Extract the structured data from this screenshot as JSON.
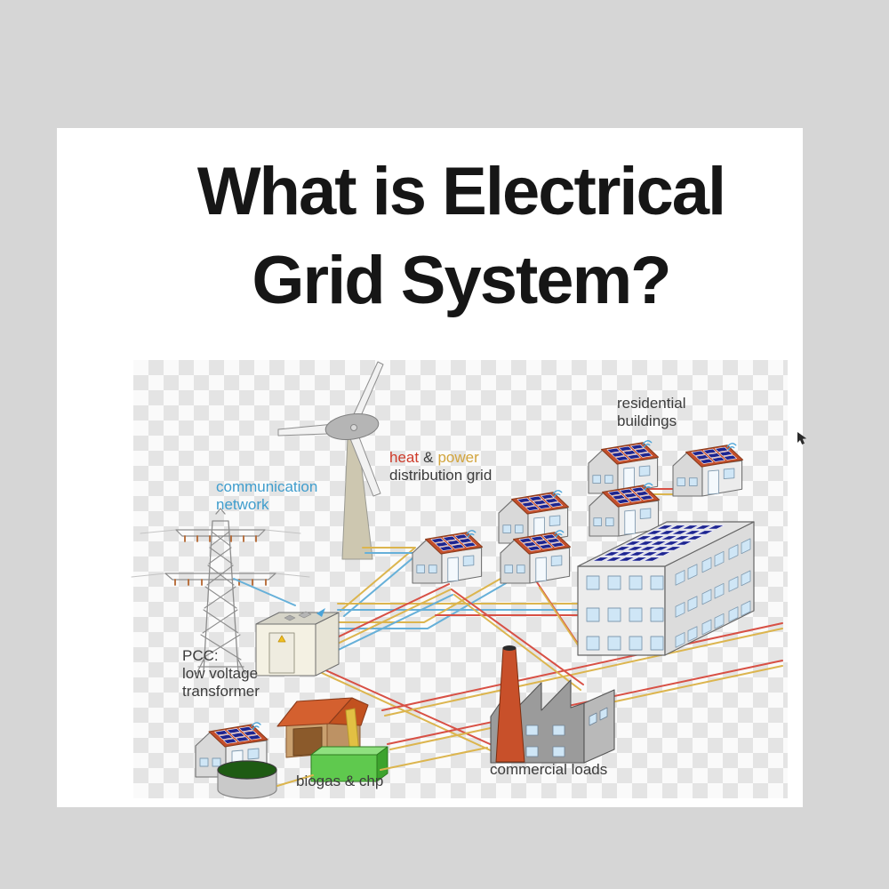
{
  "window": {
    "background": "#d6d6d6",
    "card_background": "#ffffff"
  },
  "title": {
    "line1": "What is Electrical",
    "line2": "Grid System?",
    "color": "#161616"
  },
  "labels": {
    "communication_network": {
      "line1": "communication",
      "line2": "network",
      "color": "#3f9dcd"
    },
    "heat_power": {
      "heat": "heat",
      "ampersand": "&",
      "power": "power",
      "line2": "distribution grid",
      "heat_color": "#ce3b2a",
      "power_color": "#d2a43c",
      "base_color": "#3c3c3c"
    },
    "residential_buildings": {
      "line1": "residential",
      "line2": "buildings"
    },
    "pcc_transformer": {
      "line1": "PCC:",
      "line2": "low voltage",
      "line3": "transformer"
    },
    "biogas_chp": {
      "text": "biogas & chp"
    },
    "commercial_loads": {
      "text": "commercial loads"
    }
  },
  "wires": {
    "heat_color": "#d85045",
    "power_color": "#dcb54e",
    "communication_color": "#66b0d9"
  },
  "checker": {
    "light": "#fafafa",
    "dark": "#e4e4e4"
  },
  "palette": {
    "house_wall": "#ececec",
    "house_wall_shade": "#d9d9d9",
    "roof_red": "#c44f2c",
    "solar_panel": "#1d2590",
    "window_glass": "#cfe6f6",
    "outline": "#6f6f6f",
    "antenna_blue": "#4aa3d8",
    "turbine_tower": "#cdc7b0",
    "turbine_blade": "#f2f2f2",
    "nacelle": "#b5b5b5",
    "pylon": "#8d8d8d",
    "insulator": "#b4652f",
    "transformer_front": "#f4f1e3",
    "transformer_side": "#e7e4d6",
    "transformer_roof": "#d6d4c8",
    "warning_yellow": "#f0c020",
    "factory_body": "#9b9b9b",
    "factory_side": "#b9b9b9",
    "chimney": "#c8502a",
    "barn_roof": "#d4602f",
    "barn_roof_side": "#c2511f",
    "barn_wall": "#c9a06f",
    "barn_door": "#8b5a2b",
    "chute_yellow": "#e2c043",
    "chp_front": "#5fc94e",
    "chp_top": "#8fe07f",
    "chp_side": "#3da32e",
    "digester_top": "#1e5b13",
    "digester_body": "#c9c9c9",
    "apartment_wall": "#ececec",
    "apartment_side": "#dcdcdc",
    "apartment_roof": "#e4e4e4",
    "cursor": "#2a2a2a"
  }
}
